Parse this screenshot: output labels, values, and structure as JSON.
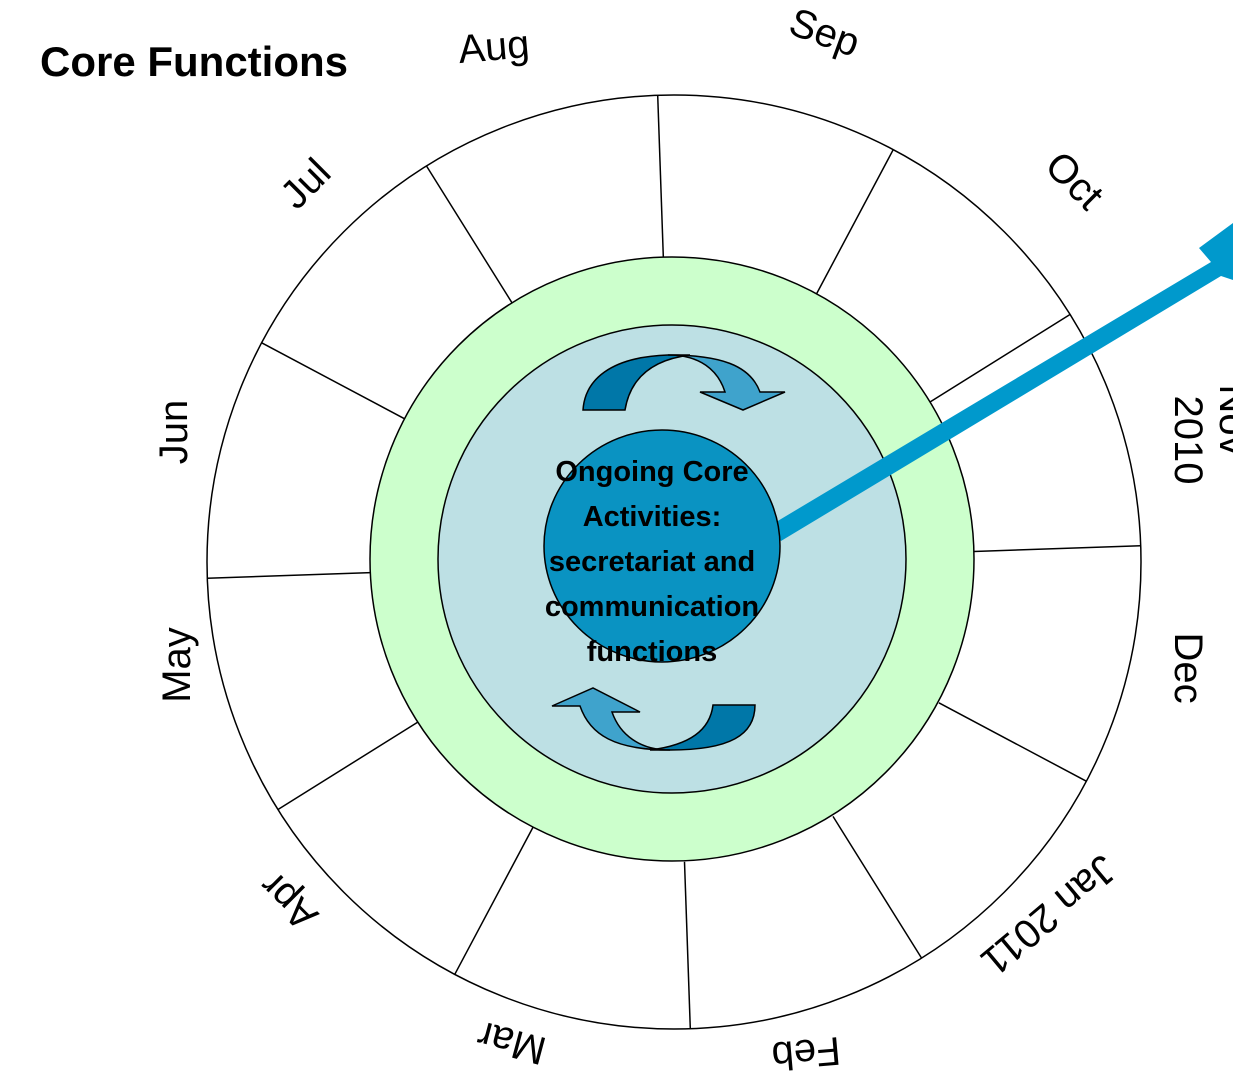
{
  "title": "Core Functions",
  "months": [
    {
      "label": "Aug"
    },
    {
      "label": "Sep"
    },
    {
      "label": "Oct"
    },
    {
      "label": "Nov",
      "sub": "2010"
    },
    {
      "label": "Dec"
    },
    {
      "label": "Jan 2011"
    },
    {
      "label": "Feb"
    },
    {
      "label": "Mar"
    },
    {
      "label": "Apr"
    },
    {
      "label": "May"
    },
    {
      "label": "Jun"
    },
    {
      "label": "Jul"
    }
  ],
  "center_text": [
    "Ongoing Core",
    "Activities:",
    "secretariat and",
    "communication",
    "functions"
  ],
  "colors": {
    "outer_ring": "#ffffff",
    "green_ring": "#ccffcc",
    "light_blue": "#bde0e4",
    "core_blue": "#0a93c2",
    "arrow_blue": "#0099cc",
    "curved_arrow": "#0088bb",
    "stroke": "#000000"
  }
}
